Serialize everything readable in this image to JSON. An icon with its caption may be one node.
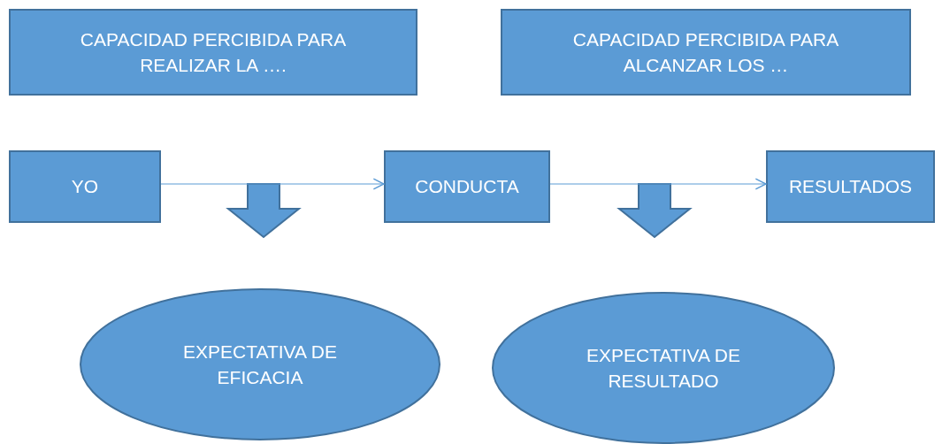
{
  "diagram": {
    "nodes": [
      {
        "text": [
          "CAPACIDAD PERCIBIDA PARA REALIZAR LA …."
        ]
      },
      {
        "text": [
          "CAPACIDAD PERCIBIDA PARA ALCANZAR LOS …"
        ]
      },
      {
        "text": [
          "YO"
        ]
      },
      {
        "text": [
          "CONDUCTA"
        ]
      },
      {
        "text": [
          "RESULTADOS"
        ]
      },
      {
        "text": [
          "EXPECTATIVA DE EFICACIA"
        ]
      },
      {
        "text": [
          "EXPECTATIVA DE RESULTADO"
        ]
      }
    ],
    "edges": [
      {
        "from": 2,
        "to": 3,
        "arrow": "to"
      },
      {
        "from": 3,
        "to": 4,
        "arrow": "to"
      }
    ]
  }
}
